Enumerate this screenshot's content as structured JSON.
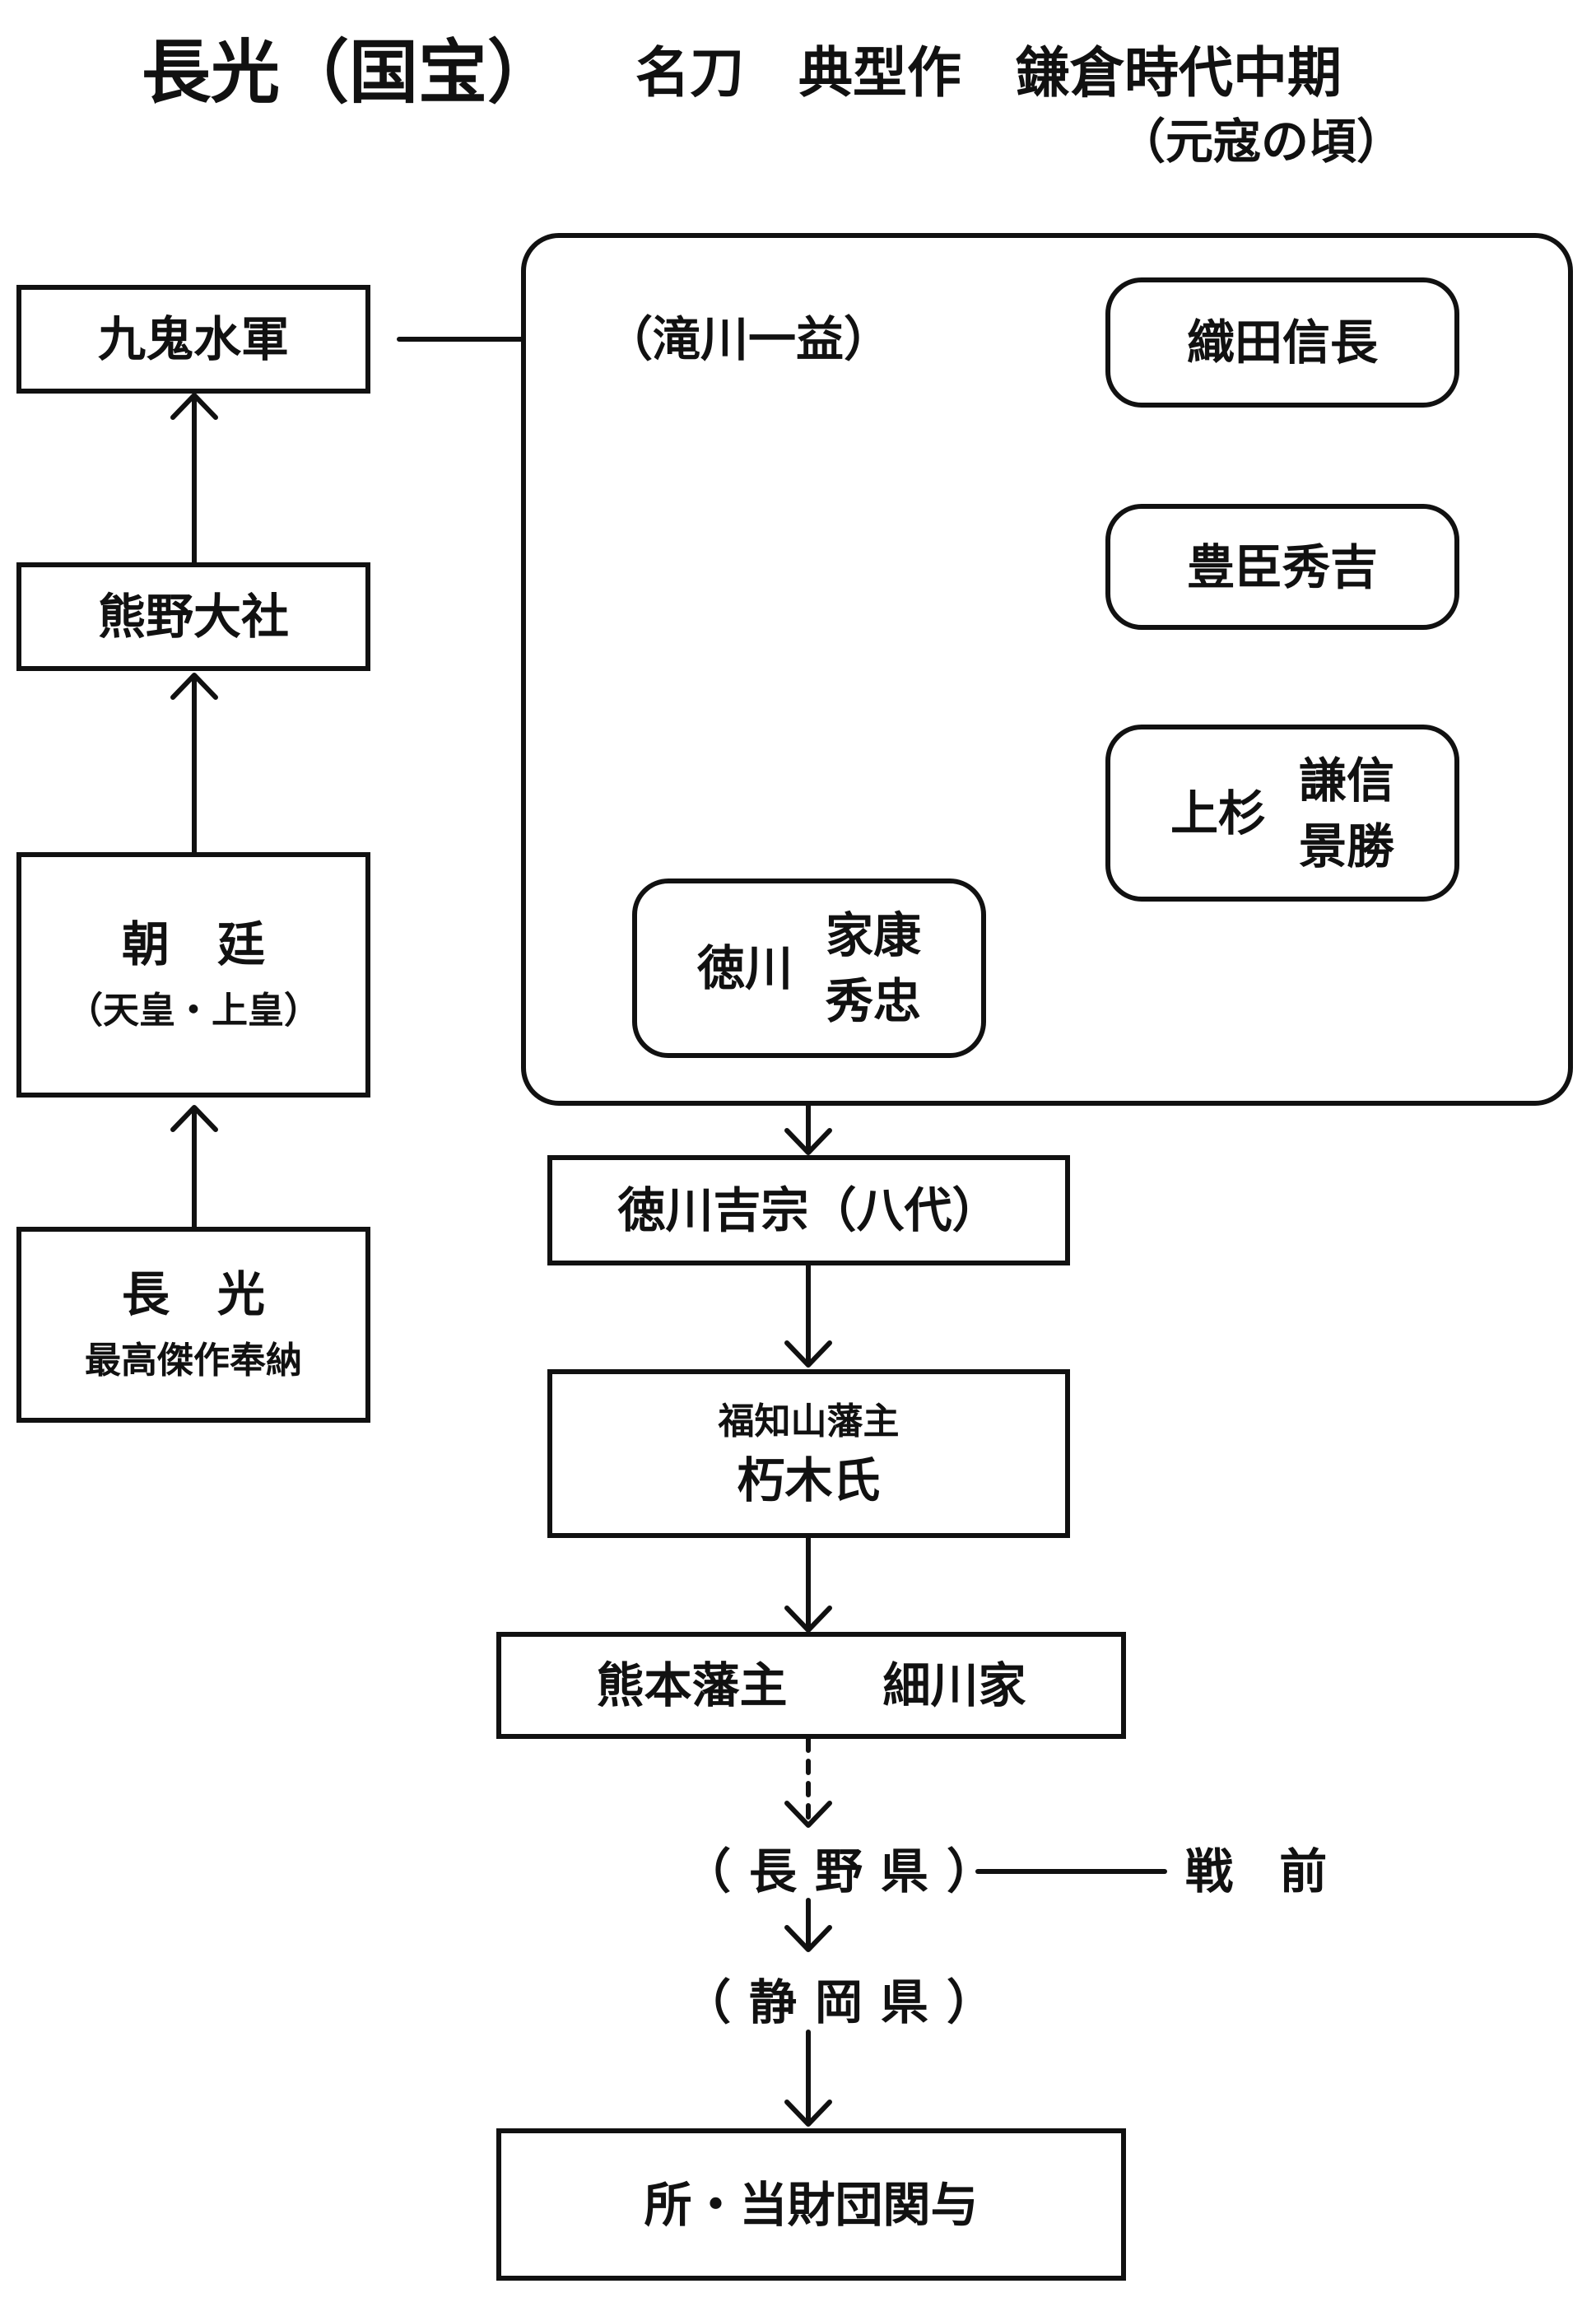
{
  "header": {
    "title": "長光（国宝）",
    "subtitle": "名刀　典型作　鎌倉時代中期",
    "era_note": "（元寇の頃）"
  },
  "left_chain": {
    "kuki": "九鬼水軍",
    "kumano": "熊野大社",
    "chotei_main": "朝　廷",
    "chotei_sub": "（天皇・上皇）",
    "nagamitsu_main": "長　光",
    "nagamitsu_sub": "最高傑作奉納"
  },
  "group": {
    "takigawa": "（滝川一益）",
    "oda": "織田信長",
    "toyotomi": "豊臣秀吉",
    "uesugi_family": "上杉",
    "uesugi_1": "謙信",
    "uesugi_2": "景勝",
    "tokugawa_family": "徳川",
    "tokugawa_1": "家康",
    "tokugawa_2": "秀忠"
  },
  "main_chain": {
    "yoshimune": "徳川吉宗（八代）",
    "fukuchiyama_sub": "福知山藩主",
    "fukuchiyama_main": "朽木氏",
    "kumamoto": "熊本藩主　　細川家",
    "nagano": "（長野県）",
    "senzen": "戦 前",
    "shizuoka": "（静岡県）",
    "final": "所・当財団関与"
  }
}
